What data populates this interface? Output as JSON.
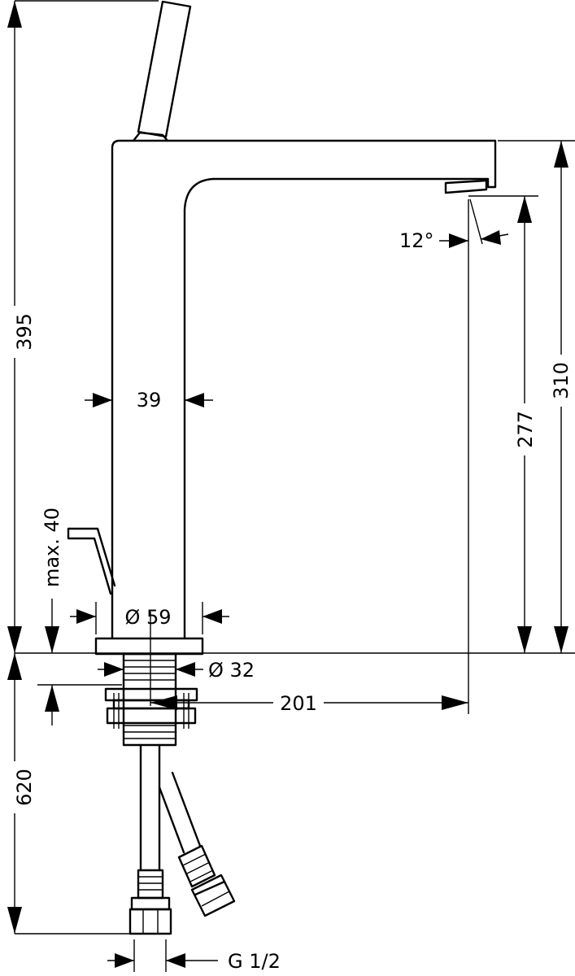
{
  "dimensions": {
    "total_height": "395",
    "spout_height": "310",
    "outlet_height": "277",
    "spout_angle": "12°",
    "body_width": "39",
    "lever_max": "max. 40",
    "base_diameter": "Ø 59",
    "thread_diameter": "Ø 32",
    "spout_reach": "201",
    "hose_length": "620",
    "connection": "G 1/2"
  },
  "colors": {
    "line": "#000000",
    "background": "#ffffff"
  }
}
